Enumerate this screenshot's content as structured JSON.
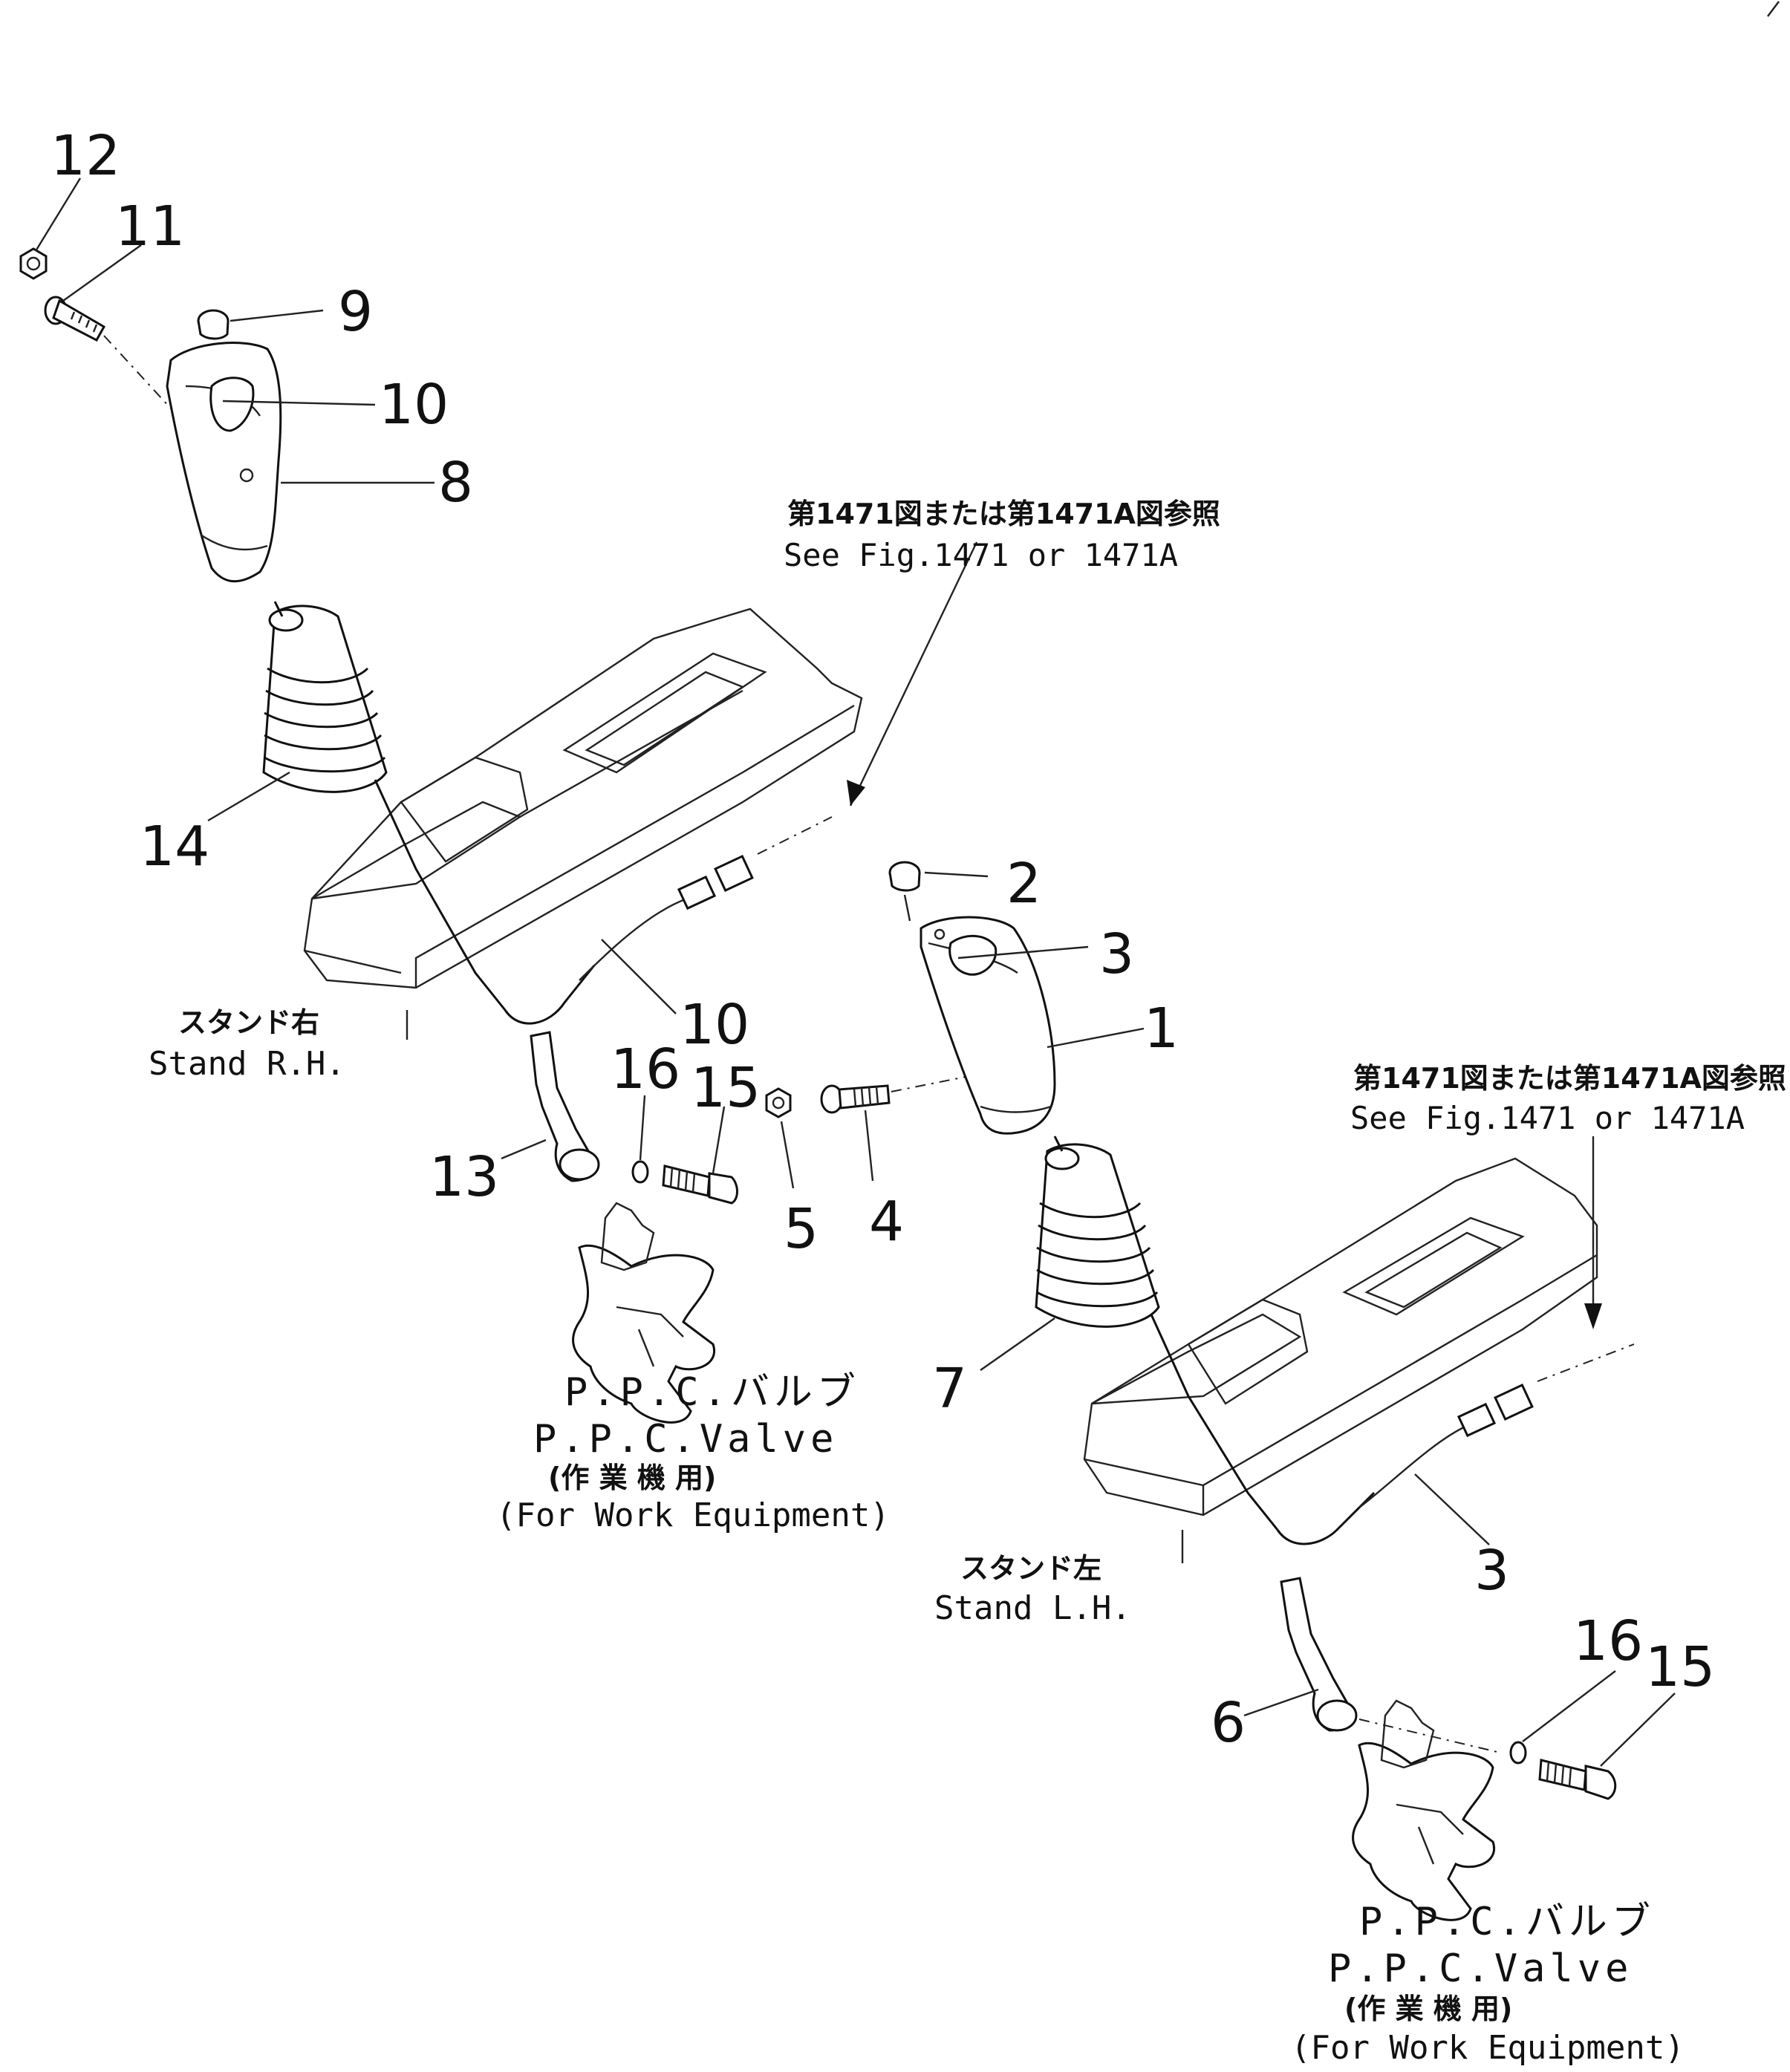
{
  "callouts": {
    "c12": "12",
    "c11": "11",
    "c9": "9",
    "c10a": "10",
    "c8": "8",
    "c14": "14",
    "c10b": "10",
    "c2": "2",
    "c3a": "3",
    "c1": "1",
    "c16a": "16",
    "c15a": "15",
    "c5": "5",
    "c4": "4",
    "c13": "13",
    "c7": "7",
    "c3b": "3",
    "c16b": "16",
    "c15b": "15",
    "c6": "6"
  },
  "references": {
    "right": {
      "jp": "第1471図または第1471A図参照",
      "en": "See Fig.1471 or 1471A"
    },
    "left": {
      "jp": "第1471図または第1471A図参照",
      "en": "See Fig.1471 or 1471A"
    }
  },
  "stands": {
    "right": {
      "jp": "スタンド右",
      "en": "Stand R.H."
    },
    "left": {
      "jp": "スタンド左",
      "en": "Stand L.H."
    }
  },
  "valves": {
    "upper": {
      "jp": "P.P.C.バルブ",
      "en": "P.P.C.Valve",
      "use_jp": "(作 業 機 用)",
      "use_en": "(For Work Equipment)"
    },
    "lower": {
      "jp": "P.P.C.バルブ",
      "en": "P.P.C.Valve",
      "use_jp": "(作 業 機 用)",
      "use_en": "(For Work Equipment)"
    }
  }
}
